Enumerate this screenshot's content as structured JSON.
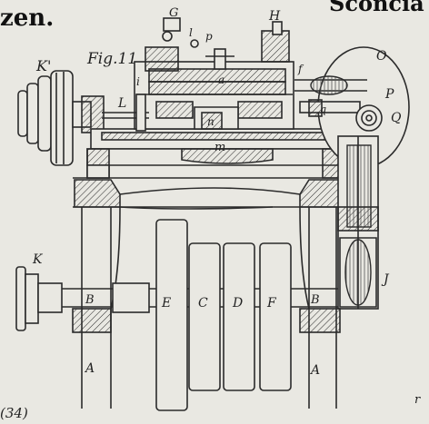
{
  "header": {
    "left_fragment": "zen.",
    "right_fragment": "Sconcia"
  },
  "figure_label": "Fig.11.",
  "page_ref": "(34)",
  "parts": {
    "A_left": "A",
    "A_right": "A",
    "B_left": "B",
    "B_right": "B",
    "C": "C",
    "D": "D",
    "E": "E",
    "F": "F",
    "G": "G",
    "H": "H",
    "J": "J",
    "K": "K",
    "K1": "K'",
    "L": "L",
    "O": "O",
    "P": "P",
    "Q": "Q",
    "a": "a",
    "f": "f",
    "i": "i",
    "l": "l",
    "p": "p",
    "q": "q",
    "m": "m",
    "n": "n",
    "r": "r"
  }
}
